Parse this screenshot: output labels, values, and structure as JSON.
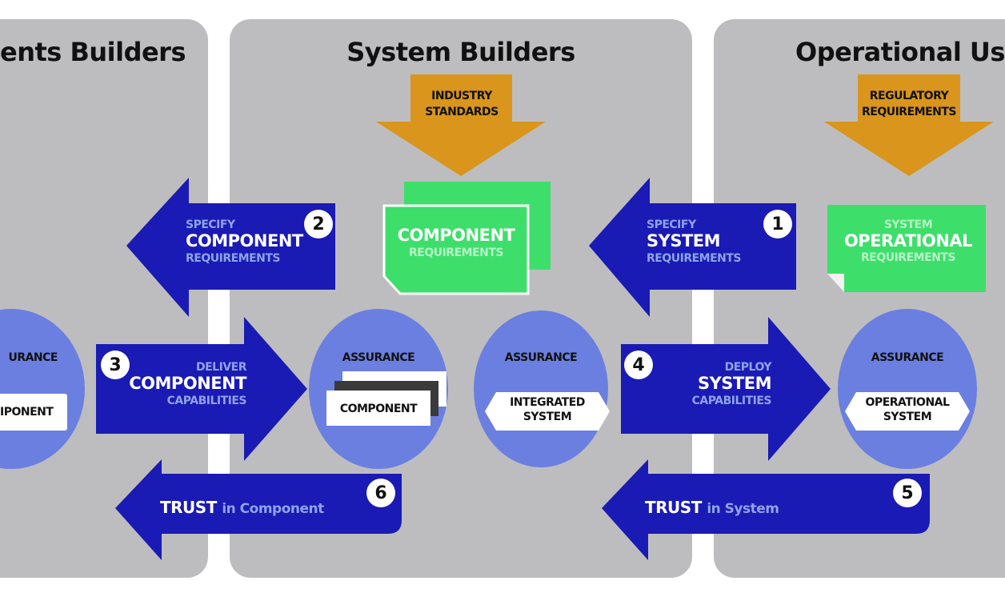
{
  "panels": {
    "component_builders": "nents Builders",
    "system_builders": "System Builders",
    "operational_users": "Operational Use"
  },
  "inputs": {
    "industry_standards": [
      "INDUSTRY",
      "STANDARDS"
    ],
    "regulatory_requirements": [
      "REGULATORY",
      "REQUIREMENTS"
    ]
  },
  "documents": {
    "component_requirements": [
      "COMPONENT",
      "REQUIREMENTS"
    ],
    "system_operational_requirements": [
      "SYSTEM",
      "OPERATIONAL",
      "REQUIREMENTS"
    ]
  },
  "arrows": {
    "specify_component": {
      "number": "2",
      "lines": [
        "SPECIFY",
        "COMPONENT",
        "REQUIREMENTS"
      ]
    },
    "specify_system": {
      "number": "1",
      "lines": [
        "SPECIFY",
        "SYSTEM",
        "REQUIREMENTS"
      ]
    },
    "deliver_component": {
      "number": "3",
      "lines": [
        "DELIVER",
        "COMPONENT",
        "CAPABILITIES"
      ]
    },
    "deploy_system": {
      "number": "4",
      "lines": [
        "DEPLOY",
        "SYSTEM",
        "CAPABILITIES"
      ]
    },
    "trust_component": {
      "number": "6",
      "bold": "TRUST",
      "rest": "in Component"
    },
    "trust_system": {
      "number": "5",
      "bold": "TRUST",
      "rest": "in System"
    }
  },
  "assurance": {
    "left": {
      "title": "URANCE",
      "label": "IPONENT"
    },
    "component": {
      "title": "ASSURANCE",
      "label": "COMPONENT"
    },
    "integrated": {
      "title": "ASSURANCE",
      "label": [
        "INTEGRATED",
        "SYSTEM"
      ]
    },
    "operational": {
      "title": "ASSURANCE",
      "label": [
        "OPERATIONAL",
        "SYSTEM"
      ]
    }
  },
  "colors": {
    "panel": "#bdbdbf",
    "arrow_blue": "#1a1ab4",
    "circle": "#6b7fe0",
    "orange": "#d9951c",
    "green": "#3ddf6a"
  }
}
